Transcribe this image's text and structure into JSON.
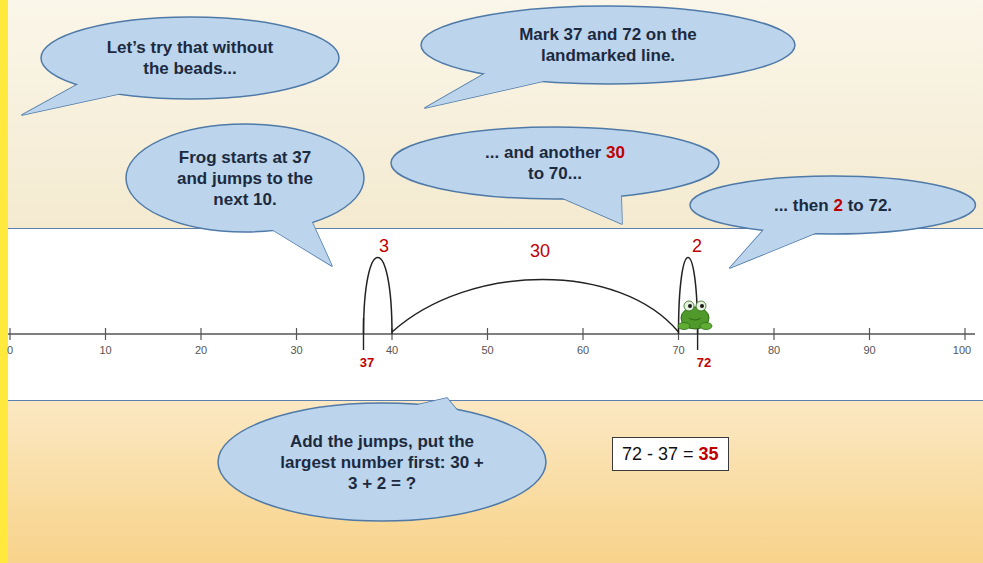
{
  "diagram": {
    "nodes": [
      {
        "text": [
          "Let’s try that without the beads..."
        ]
      },
      {
        "text": [
          "Mark 37 and 72 on the landmarked line."
        ]
      },
      {
        "text": [
          "Frog starts at 37 and jumps to the next 10."
        ]
      },
      {
        "text": [
          "... and another",
          "30",
          "to 70..."
        ]
      },
      {
        "text": [
          "... then",
          "2",
          "to 72."
        ]
      },
      {
        "text": [
          "Add the jumps, put the largest number first: 30 + 3 + 2 = ?"
        ]
      },
      {
        "text": [
          "72 - 37 =",
          "35"
        ]
      }
    ],
    "labels": [
      "3",
      "30",
      "2",
      "0",
      "10",
      "20",
      "30",
      "40",
      "50",
      "60",
      "70",
      "80",
      "90",
      "100",
      "37",
      "72"
    ]
  }
}
